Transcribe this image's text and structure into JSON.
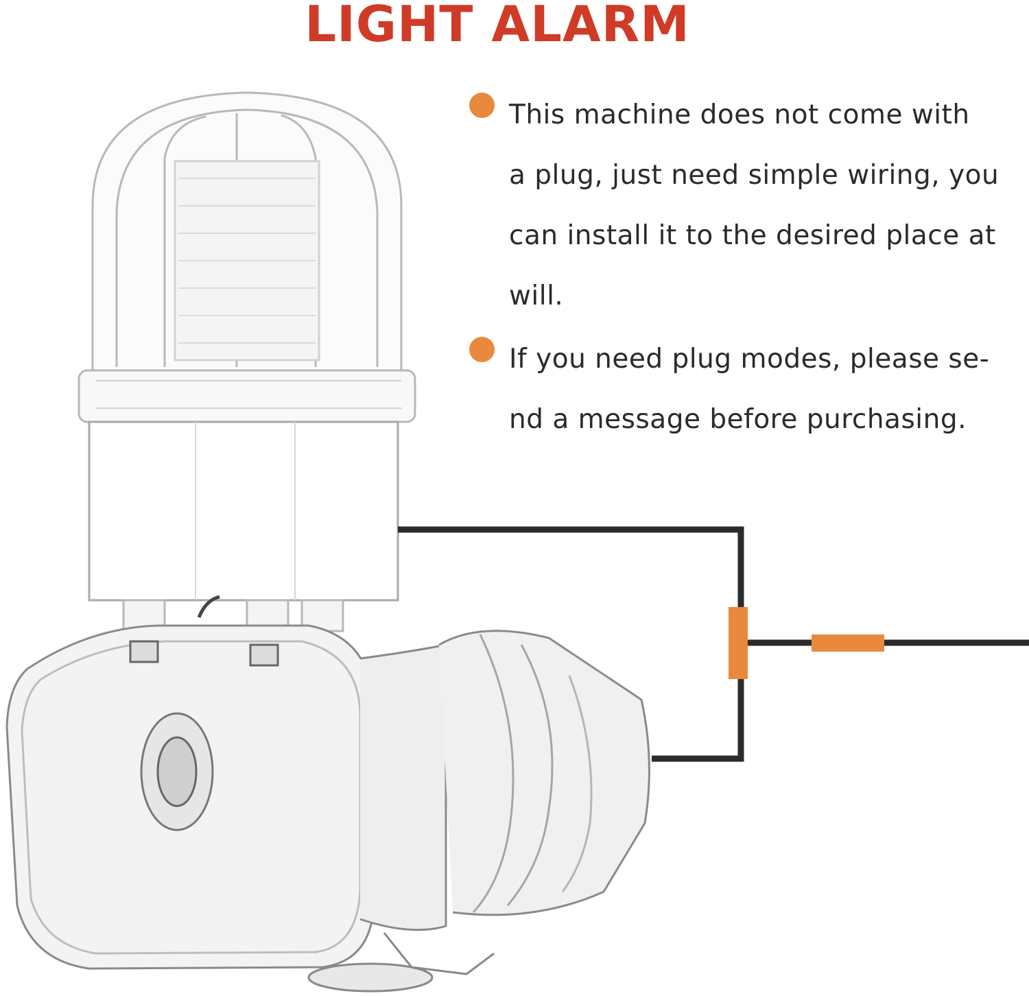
{
  "header": {
    "title": "LIGHT ALARM"
  },
  "colors": {
    "title": "#cf3b27",
    "bullet": "#e8893d",
    "wire": "#2b2b2b",
    "connector": "#e8893d"
  },
  "bullets": [
    {
      "icon": "orange-dot-icon",
      "lines": [
        "This machine does not come with",
        "a plug, just need simple wiring, you",
        "can install it to the desired place at",
        "will."
      ]
    },
    {
      "icon": "orange-dot-icon",
      "lines": [
        "If you need plug modes, please se-",
        "nd a message before purchasing."
      ]
    }
  ]
}
